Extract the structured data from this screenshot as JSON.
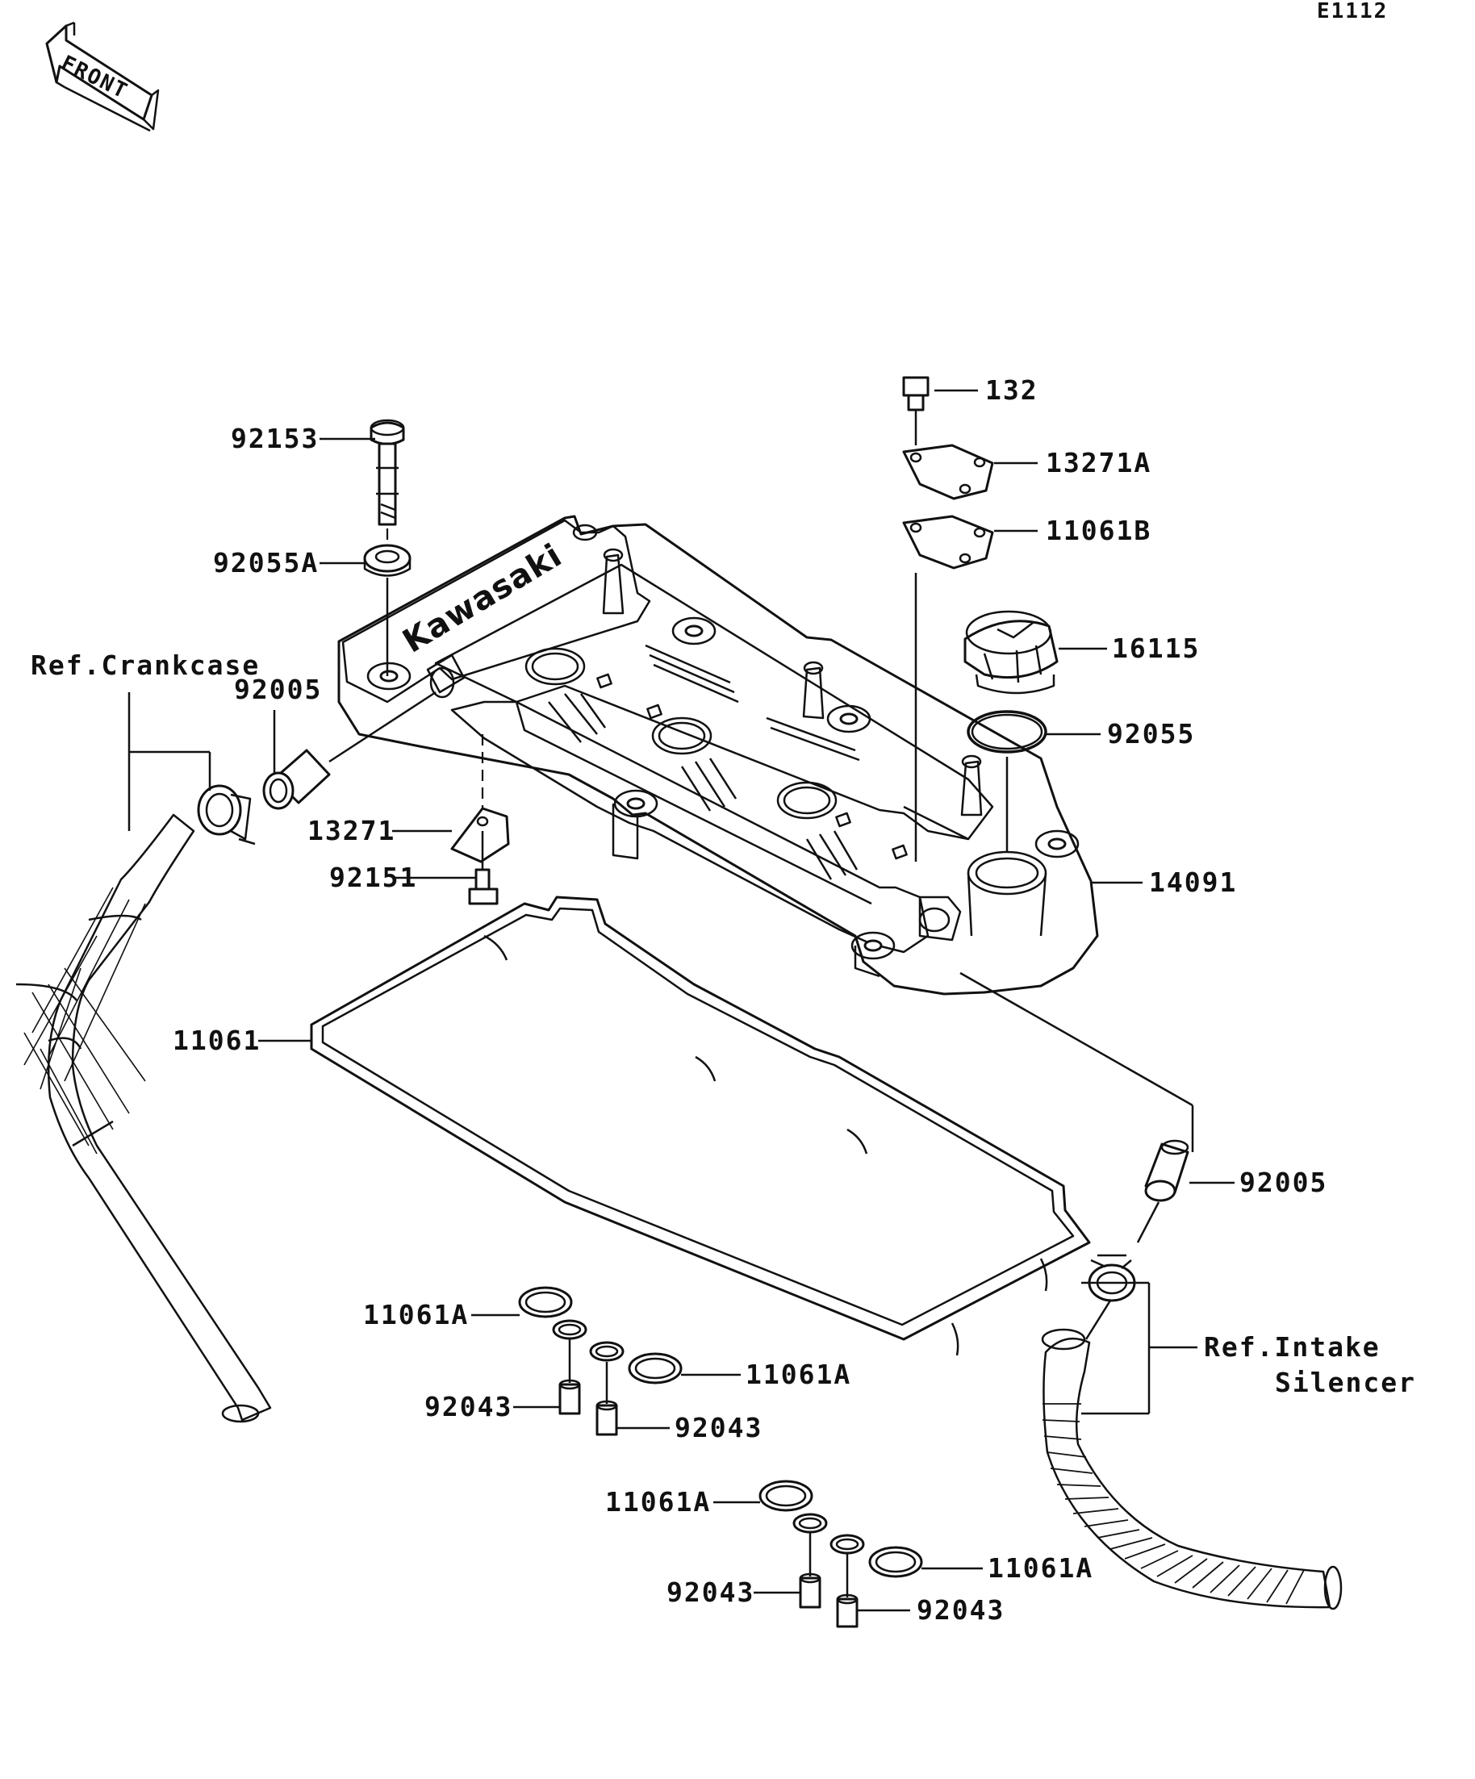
{
  "diagram_code": "E1112",
  "front_arrow": {
    "label": "FRONT",
    "icon": "front-direction-arrow-icon"
  },
  "cover_logo": "Kawasaki",
  "labels": {
    "l92153": "92153",
    "l92055A": "92055A",
    "lRefCrankcase": "Ref.Crankcase",
    "l92005a": "92005",
    "l13271": "13271",
    "l92151": "92151",
    "l11061": "11061",
    "l132": "132",
    "l13271A": "13271A",
    "l11061B": "11061B",
    "l16115": "16115",
    "l92055": "92055",
    "l14091": "14091",
    "l92005b": "92005",
    "lRefIntake1": "Ref.Intake",
    "lRefIntake2": "Silencer",
    "l11061A_1": "11061A",
    "l11061A_2": "11061A",
    "l92043_1": "92043",
    "l92043_2": "92043",
    "l11061A_3": "11061A",
    "l11061A_4": "11061A",
    "l92043_3": "92043",
    "l92043_4": "92043"
  }
}
